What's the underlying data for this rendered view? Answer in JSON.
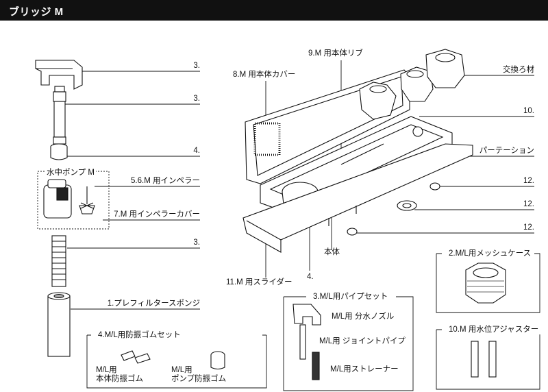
{
  "header": {
    "title": "ブリッジ M"
  },
  "labels": {
    "l1": "3.",
    "l2": "3.",
    "l3": "4.",
    "pump_box": "水中ポンプ M",
    "l5": "5.6.M 用インペラー",
    "l6": "7.M 用インペラーカバー",
    "l7": "3.",
    "l8": "1.プレフィルタースポンジ",
    "l9": "9.M 用本体リブ",
    "l10": "8.M 用本体カバー",
    "l11": "交換ろ材",
    "l12": "10.",
    "l13": "パーテーション",
    "l14": "12.",
    "l15": "12.",
    "l16": "12.",
    "l17": "本体",
    "l18": "11.M 用スライダー",
    "l19": "4."
  },
  "boxes": {
    "rubber": {
      "title": "4.M/L用防振ゴムセット",
      "a": "M/L用\n本体防振ゴム",
      "b": "M/L用\nポンプ防振ゴム"
    },
    "pipe": {
      "title": "3.M/L用パイプセット",
      "a": "M/L用  分水ノズル",
      "b": "M/L用  ジョイントパイプ",
      "c": "M/L用ストレーナー"
    },
    "mesh": {
      "title": "2.M/L用メッシュケース"
    },
    "adjuster": {
      "title": "10.M 用水位アジャスター"
    }
  }
}
